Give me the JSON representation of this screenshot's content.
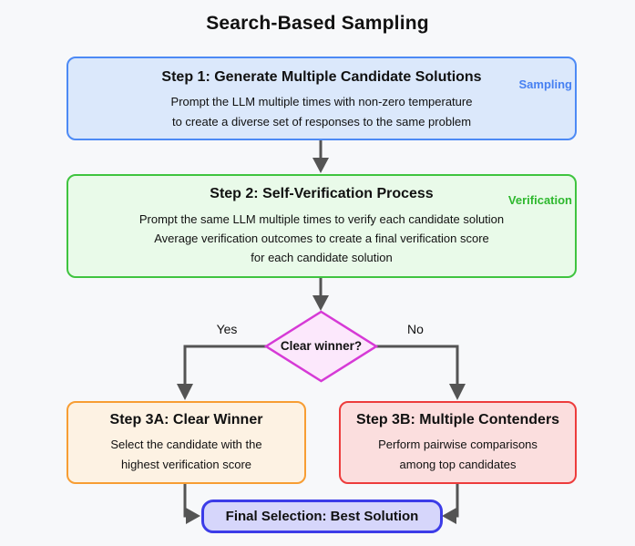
{
  "diagram": {
    "title": "Search-Based Sampling",
    "background_color": "#f7f8fa",
    "connector_color": "#545454"
  },
  "nodes": {
    "step1": {
      "title": "Step 1: Generate Multiple Candidate Solutions",
      "badge": "Sampling",
      "body": [
        "Prompt the LLM multiple times with non-zero temperature",
        "to create a diverse set of responses to the same problem"
      ],
      "border_color": "#4d8af5",
      "fill_color": "#dbe8fb",
      "badge_color": "#4680f2"
    },
    "step2": {
      "title": "Step 2: Self-Verification Process",
      "badge": "Verification",
      "body": [
        "Prompt the same LLM multiple times to verify each candidate solution",
        "Average verification outcomes to create a final verification score",
        "for each candidate solution"
      ],
      "border_color": "#3fc43f",
      "fill_color": "#e9fae9",
      "badge_color": "#2eb82e"
    },
    "decision": {
      "label": "Clear winner?",
      "border_color": "#d63ad6",
      "fill_color": "#fce8fc"
    },
    "step3a": {
      "title": "Step 3A: Clear Winner",
      "body": [
        "Select the candidate with the",
        "highest verification score"
      ],
      "border_color": "#f79d33",
      "fill_color": "#fdf2e3"
    },
    "step3b": {
      "title": "Step 3B: Multiple Contenders",
      "body": [
        "Perform pairwise comparisons",
        "among top candidates"
      ],
      "border_color": "#ed3c3c",
      "fill_color": "#fbdede"
    },
    "final": {
      "label": "Final Selection: Best Solution",
      "border_color": "#3c3ce8",
      "fill_color": "#d6d6fb"
    }
  },
  "edges": {
    "yes_label": "Yes",
    "no_label": "No"
  }
}
